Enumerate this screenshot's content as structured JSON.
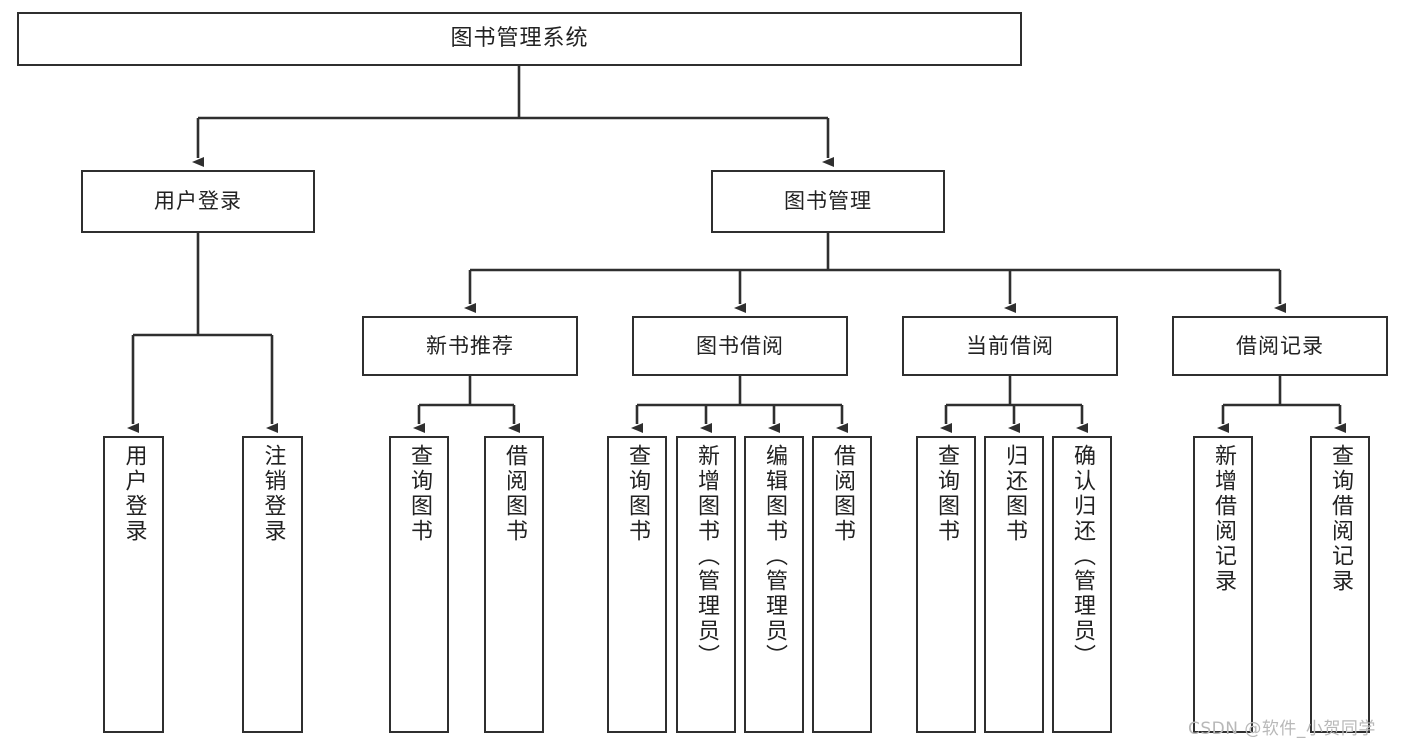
{
  "diagram": {
    "type": "tree-hierarchy",
    "title": "图书管理系统",
    "orientation": "top-down",
    "colors": {
      "box_border": "#2f2f2f",
      "box_fill": "#ffffff",
      "line": "#2f2f2f",
      "text": "#222222",
      "watermark": "#b8b8b8"
    },
    "root": {
      "id": "root",
      "label": "图书管理系统"
    },
    "level2": [
      {
        "id": "user-login",
        "label": "用户登录"
      },
      {
        "id": "book-manage",
        "label": "图书管理"
      }
    ],
    "level3": [
      {
        "id": "new-book-recommend",
        "label": "新书推荐",
        "parent": "book-manage"
      },
      {
        "id": "book-borrow",
        "label": "图书借阅",
        "parent": "book-manage"
      },
      {
        "id": "current-borrow",
        "label": "当前借阅",
        "parent": "book-manage"
      },
      {
        "id": "borrow-record",
        "label": "借阅记录",
        "parent": "book-manage"
      }
    ],
    "leaves": [
      {
        "id": "leaf-user-login",
        "label": "用户登录",
        "parent": "user-login"
      },
      {
        "id": "leaf-logout",
        "label": "注销登录",
        "parent": "user-login"
      },
      {
        "id": "leaf-query-book-1",
        "label": "查询图书",
        "parent": "new-book-recommend"
      },
      {
        "id": "leaf-borrow-book-1",
        "label": "借阅图书",
        "parent": "new-book-recommend"
      },
      {
        "id": "leaf-query-book-2",
        "label": "查询图书",
        "parent": "book-borrow"
      },
      {
        "id": "leaf-add-book",
        "label": "新增图书（管理员）",
        "parent": "book-borrow"
      },
      {
        "id": "leaf-edit-book",
        "label": "编辑图书（管理员）",
        "parent": "book-borrow"
      },
      {
        "id": "leaf-borrow-book-2",
        "label": "借阅图书",
        "parent": "book-borrow"
      },
      {
        "id": "leaf-query-book-3",
        "label": "查询图书",
        "parent": "current-borrow"
      },
      {
        "id": "leaf-return-book",
        "label": "归还图书",
        "parent": "current-borrow"
      },
      {
        "id": "leaf-confirm-return",
        "label": "确认归还（管理员）",
        "parent": "current-borrow"
      },
      {
        "id": "leaf-add-record",
        "label": "新增借阅记录",
        "parent": "borrow-record"
      },
      {
        "id": "leaf-query-record",
        "label": "查询借阅记录",
        "parent": "borrow-record"
      }
    ],
    "watermark": "CSDN @软件_小贺同学"
  }
}
